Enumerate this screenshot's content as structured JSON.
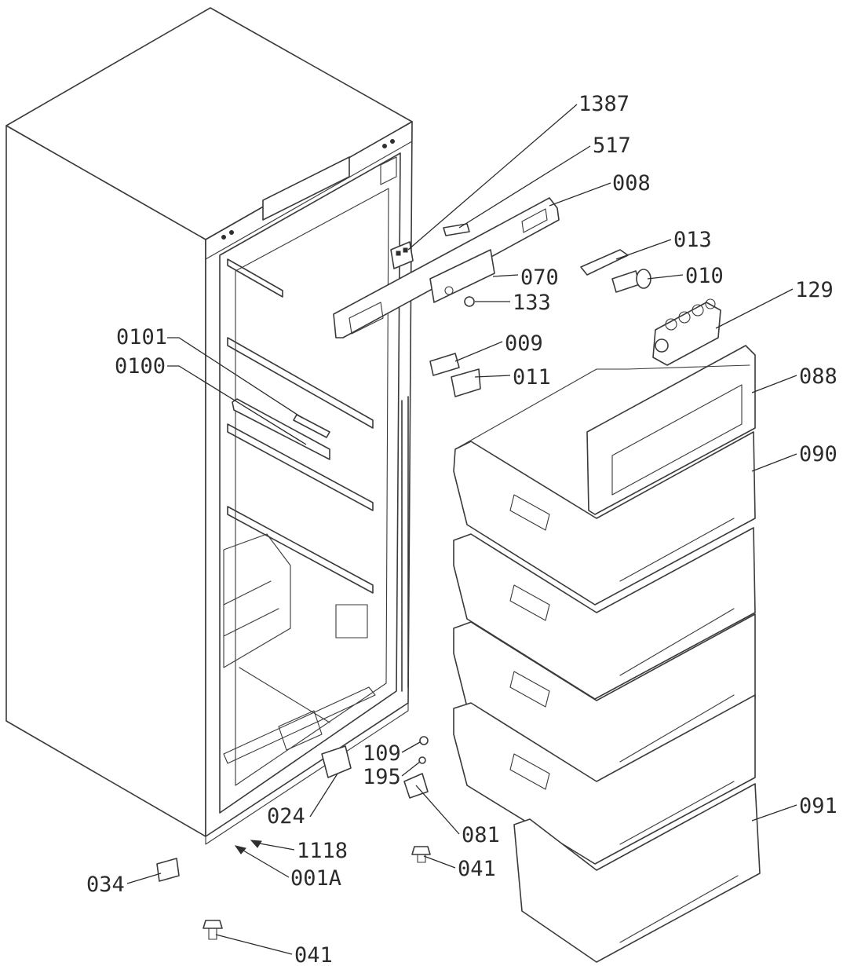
{
  "part_labels": [
    "1387",
    "517",
    "008",
    "013",
    "070",
    "010",
    "133",
    "129",
    "0101",
    "009",
    "0100",
    "011",
    "088",
    "090",
    "109",
    "195",
    "024",
    "081",
    "1118",
    "041",
    "034",
    "001A",
    "091",
    "041"
  ]
}
